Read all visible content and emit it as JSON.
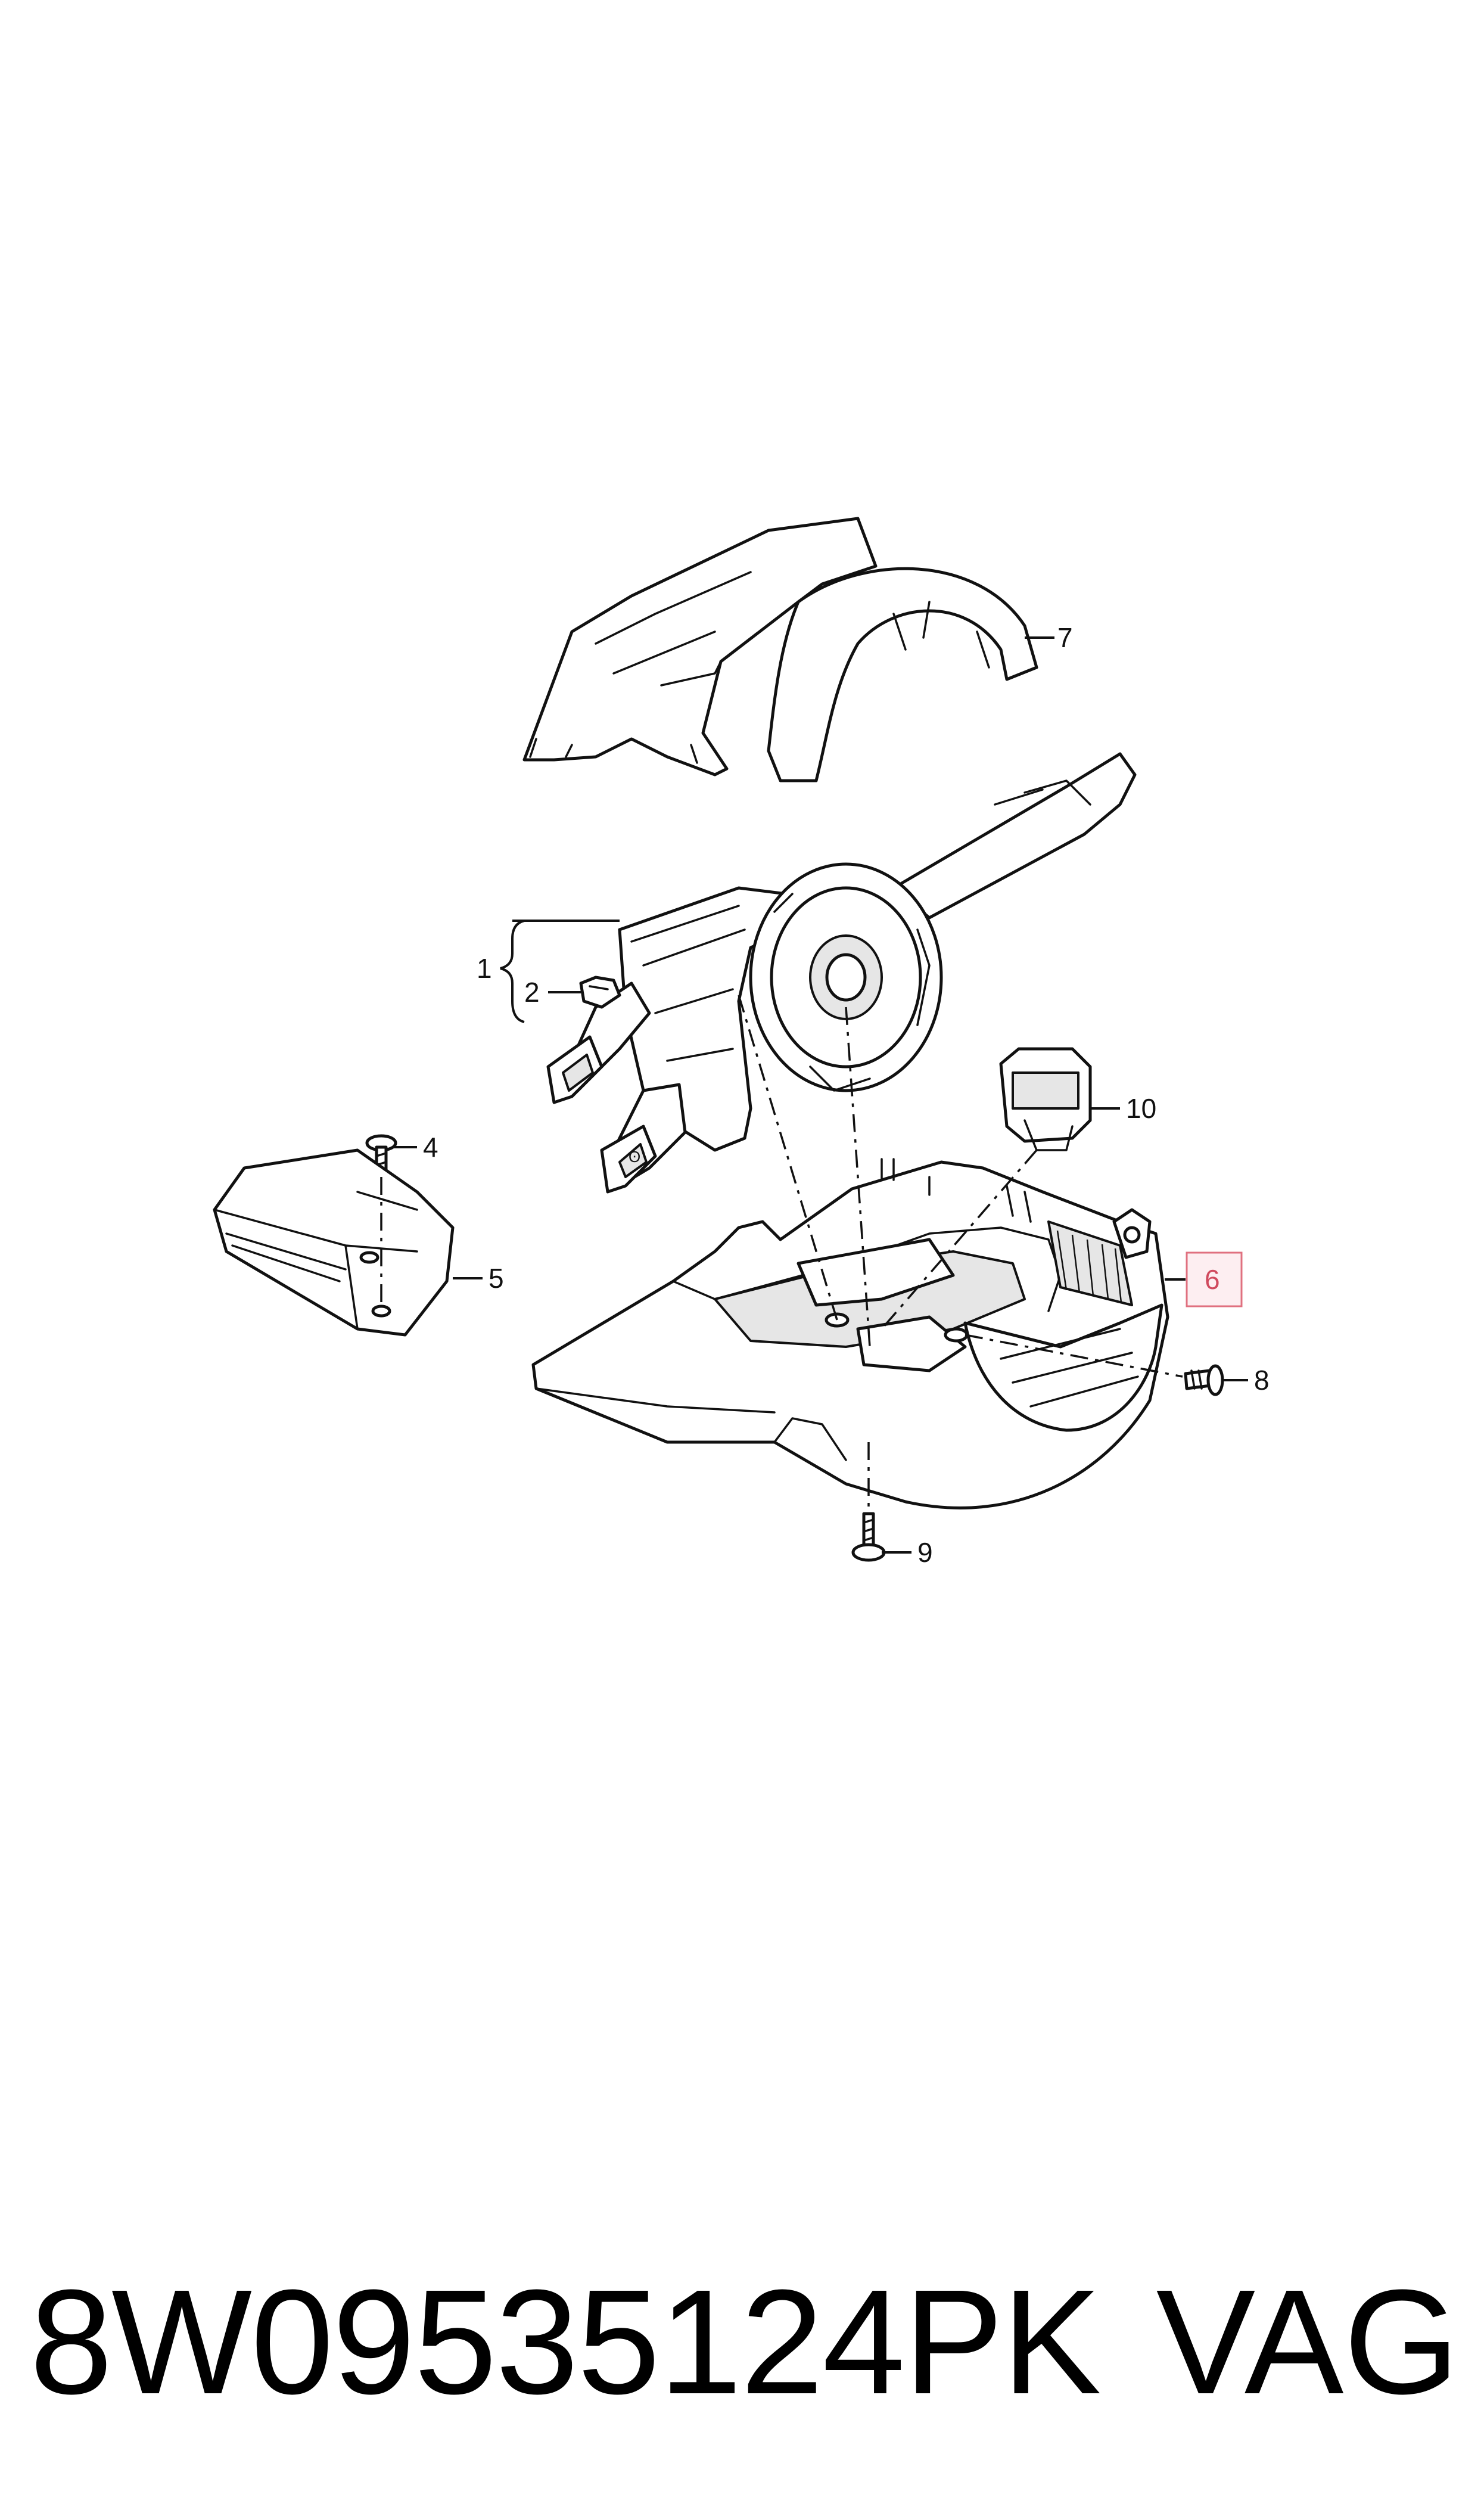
{
  "diagram": {
    "callouts": [
      {
        "id": "1",
        "label": "1"
      },
      {
        "id": "2",
        "label": "2"
      },
      {
        "id": "4",
        "label": "4"
      },
      {
        "id": "5",
        "label": "5"
      },
      {
        "id": "6",
        "label": "6",
        "highlighted": true
      },
      {
        "id": "7",
        "label": "7"
      },
      {
        "id": "8",
        "label": "8"
      },
      {
        "id": "9",
        "label": "9"
      },
      {
        "id": "10",
        "label": "10"
      }
    ],
    "highlight_color": "#e0707f"
  },
  "footer": {
    "part_number": "8W09535124PK",
    "brand": "VAG"
  }
}
